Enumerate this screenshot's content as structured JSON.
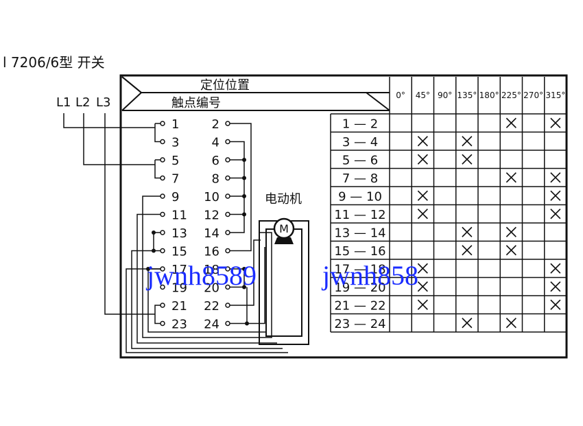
{
  "title": "l 7206/6型 开关",
  "header": {
    "position_label": "定位位置",
    "contact_label": "触点编号"
  },
  "phase_labels": [
    "L1",
    "L2",
    "L3"
  ],
  "angles": [
    "0°",
    "45°",
    "90°",
    "135°",
    "180°",
    "225°",
    "270°",
    "315°"
  ],
  "contacts_left": [
    "1",
    "3",
    "5",
    "7",
    "9",
    "11",
    "13",
    "15",
    "17",
    "19",
    "21",
    "23"
  ],
  "contacts_right": [
    "2",
    "4",
    "6",
    "8",
    "10",
    "12",
    "14",
    "16",
    "18",
    "20",
    "22",
    "24"
  ],
  "motor": {
    "label": "电动机",
    "symbol": "M"
  },
  "rows": [
    {
      "pair": "1 — 2",
      "marks": [
        0,
        0,
        0,
        0,
        0,
        1,
        0,
        1
      ]
    },
    {
      "pair": "3 — 4",
      "marks": [
        0,
        1,
        0,
        1,
        0,
        0,
        0,
        0
      ]
    },
    {
      "pair": "5 — 6",
      "marks": [
        0,
        1,
        0,
        1,
        0,
        0,
        0,
        0
      ]
    },
    {
      "pair": "7 — 8",
      "marks": [
        0,
        0,
        0,
        0,
        0,
        1,
        0,
        1
      ]
    },
    {
      "pair": "9 — 10",
      "marks": [
        0,
        1,
        0,
        0,
        0,
        0,
        0,
        1
      ]
    },
    {
      "pair": "11 — 12",
      "marks": [
        0,
        1,
        0,
        0,
        0,
        0,
        0,
        1
      ]
    },
    {
      "pair": "13 — 14",
      "marks": [
        0,
        0,
        0,
        1,
        0,
        1,
        0,
        0
      ]
    },
    {
      "pair": "15 — 16",
      "marks": [
        0,
        0,
        0,
        1,
        0,
        1,
        0,
        0
      ]
    },
    {
      "pair": "17 — 18",
      "marks": [
        0,
        1,
        0,
        0,
        0,
        0,
        0,
        1
      ]
    },
    {
      "pair": "19 — 20",
      "marks": [
        0,
        1,
        0,
        0,
        0,
        0,
        0,
        1
      ]
    },
    {
      "pair": "21 — 22",
      "marks": [
        0,
        1,
        0,
        0,
        0,
        0,
        0,
        1
      ]
    },
    {
      "pair": "23 — 24",
      "marks": [
        0,
        0,
        0,
        1,
        0,
        1,
        0,
        0
      ]
    }
  ],
  "watermark": [
    "jwnh8589",
    "jwnh858"
  ],
  "colors": {
    "line": "#111111",
    "watermark": "#1a2cff",
    "background": "#ffffff"
  }
}
